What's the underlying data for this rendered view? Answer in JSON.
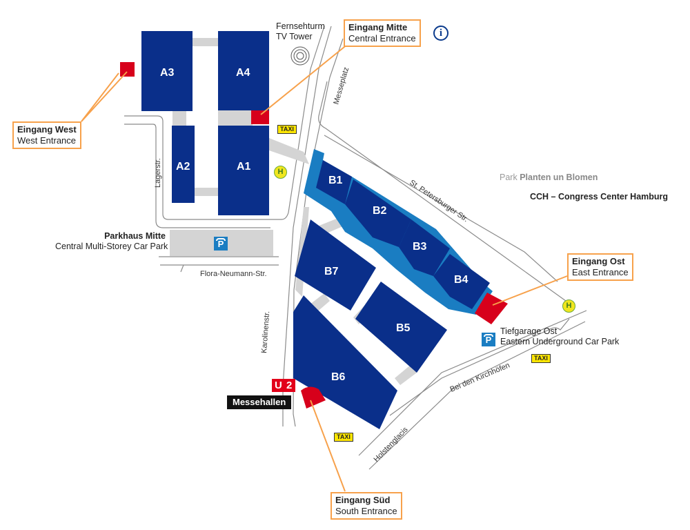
{
  "halls": {
    "a1": "A1",
    "a2": "A2",
    "a3": "A3",
    "a4": "A4",
    "b1": "B1",
    "b2": "B2",
    "b3": "B3",
    "b4": "B4",
    "b5": "B5",
    "b6": "B6",
    "b7": "B7"
  },
  "entrances": {
    "west": {
      "de": "Eingang West",
      "en": "West Entrance"
    },
    "mitte": {
      "de": "Eingang Mitte",
      "en": "Central Entrance"
    },
    "ost": {
      "de": "Eingang Ost",
      "en": "East Entrance"
    },
    "sued": {
      "de": "Eingang Süd",
      "en": "South Entrance"
    }
  },
  "landmarks": {
    "tv_tower_de": "Fernsehturm",
    "tv_tower_en": "TV Tower",
    "park_prefix": "Park",
    "park_name": "Planten un Blomen",
    "cch": "CCH – Congress Center Hamburg",
    "parkhaus_de": "Parkhaus Mitte",
    "parkhaus_en": "Central Multi-Storey Car Park",
    "tiefgarage_de": "Tiefgarage Ost",
    "tiefgarage_en": "Eastern Underground Car Park",
    "metro_line": "U 2",
    "metro_station": "Messehallen"
  },
  "streets": {
    "lagerstr": "Lagerstr.",
    "messeplatz": "Messeplatz",
    "st_petersburger": "St. Petersburger Str.",
    "flora_neumann": "Flora-Neumann-Str.",
    "karolinenstr": "Karolinenstr.",
    "bei_den_kirchhoefen": "Bei den Kirchhöfen",
    "holstenglacis": "Holstenglacis"
  },
  "symbols": {
    "taxi": "TAXI",
    "bus": "H",
    "parking": "P",
    "info": "i"
  },
  "colors": {
    "hall": "#0a2f8a",
    "hall_light": "#1a7dc2",
    "entrance": "#d7001b",
    "walkway": "#d4d4d4",
    "street": "#888888",
    "callout_border": "#f7a14b"
  }
}
